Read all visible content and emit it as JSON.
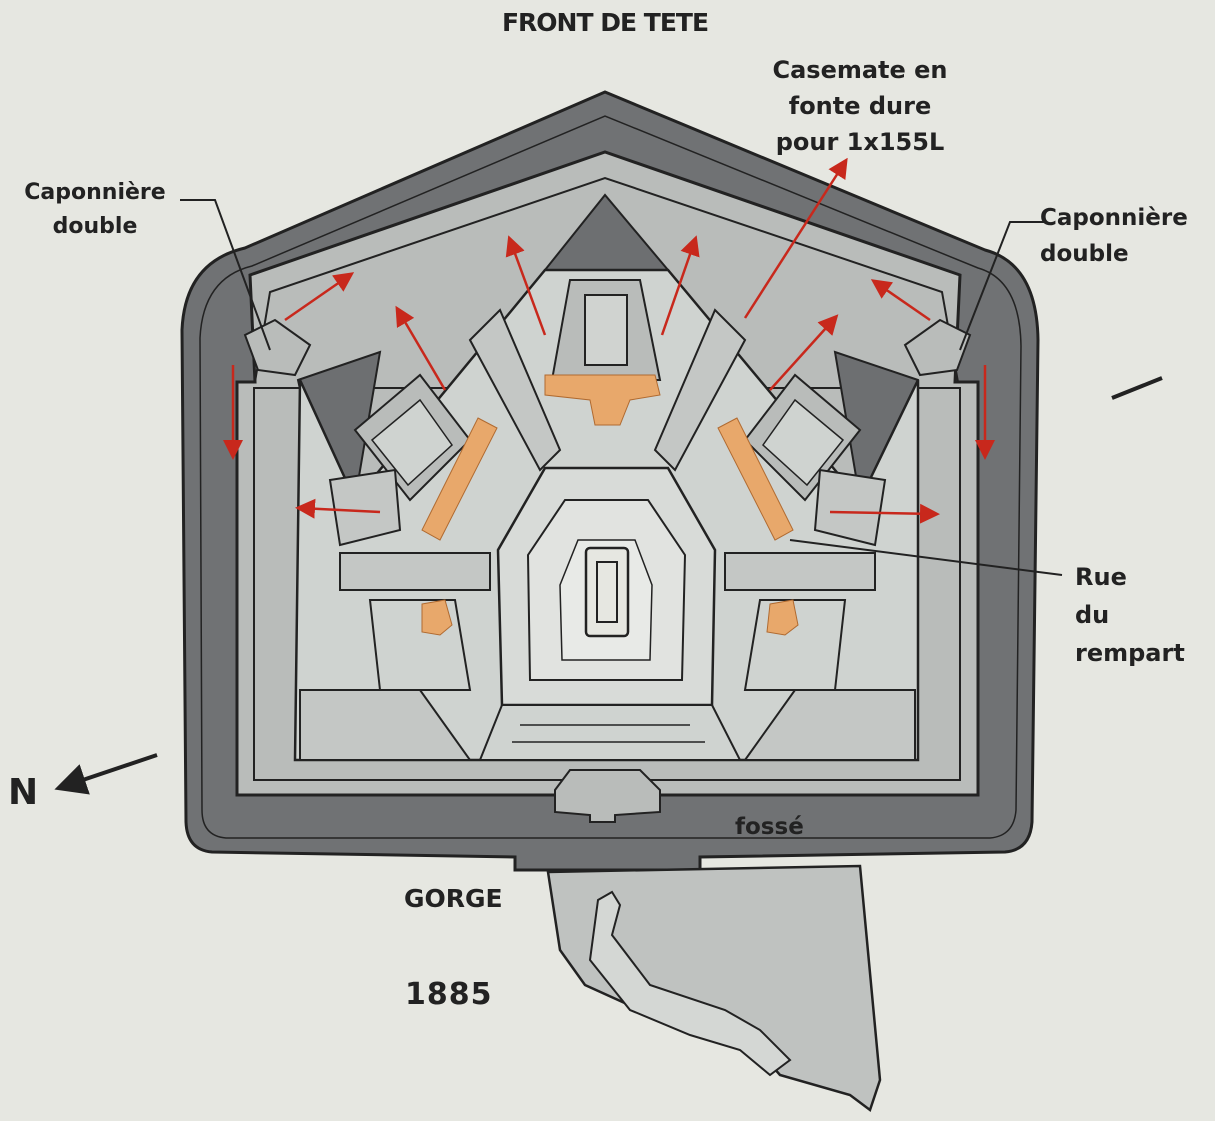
{
  "labels": {
    "title": "FRONT DE TETE",
    "casemate": [
      "Casemate en",
      "fonte dure",
      "pour 1x155L"
    ],
    "caponniere_left": [
      "Caponnière",
      "double"
    ],
    "caponniere_right": [
      "Caponnière",
      "double"
    ],
    "rue_rempart": [
      "Rue",
      "du",
      "rempart"
    ],
    "north": "N",
    "fosse": "fossé",
    "gorge": "GORGE",
    "year": "1885"
  },
  "colors": {
    "background": "#e6e7e1",
    "ditch": "#707274",
    "rampart": "#b9bcba",
    "roof_dark": "#6d6f71",
    "ground": "#cfd3d0",
    "courtyard": "#d8dbd8",
    "accent_orange": "#e8a86b",
    "arrow_red": "#c8281c",
    "line": "#222222"
  }
}
